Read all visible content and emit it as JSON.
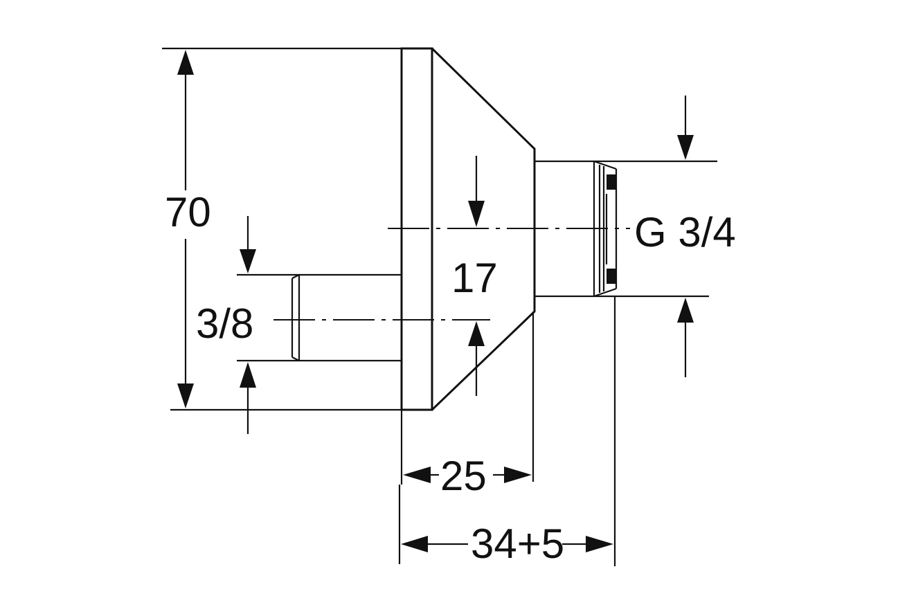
{
  "diagram": {
    "labels": {
      "height": "70",
      "inlet_thread": "3/8",
      "offset": "17",
      "outlet_thread": "G 3/4",
      "body_depth": "25",
      "total_depth": "34+5"
    }
  }
}
